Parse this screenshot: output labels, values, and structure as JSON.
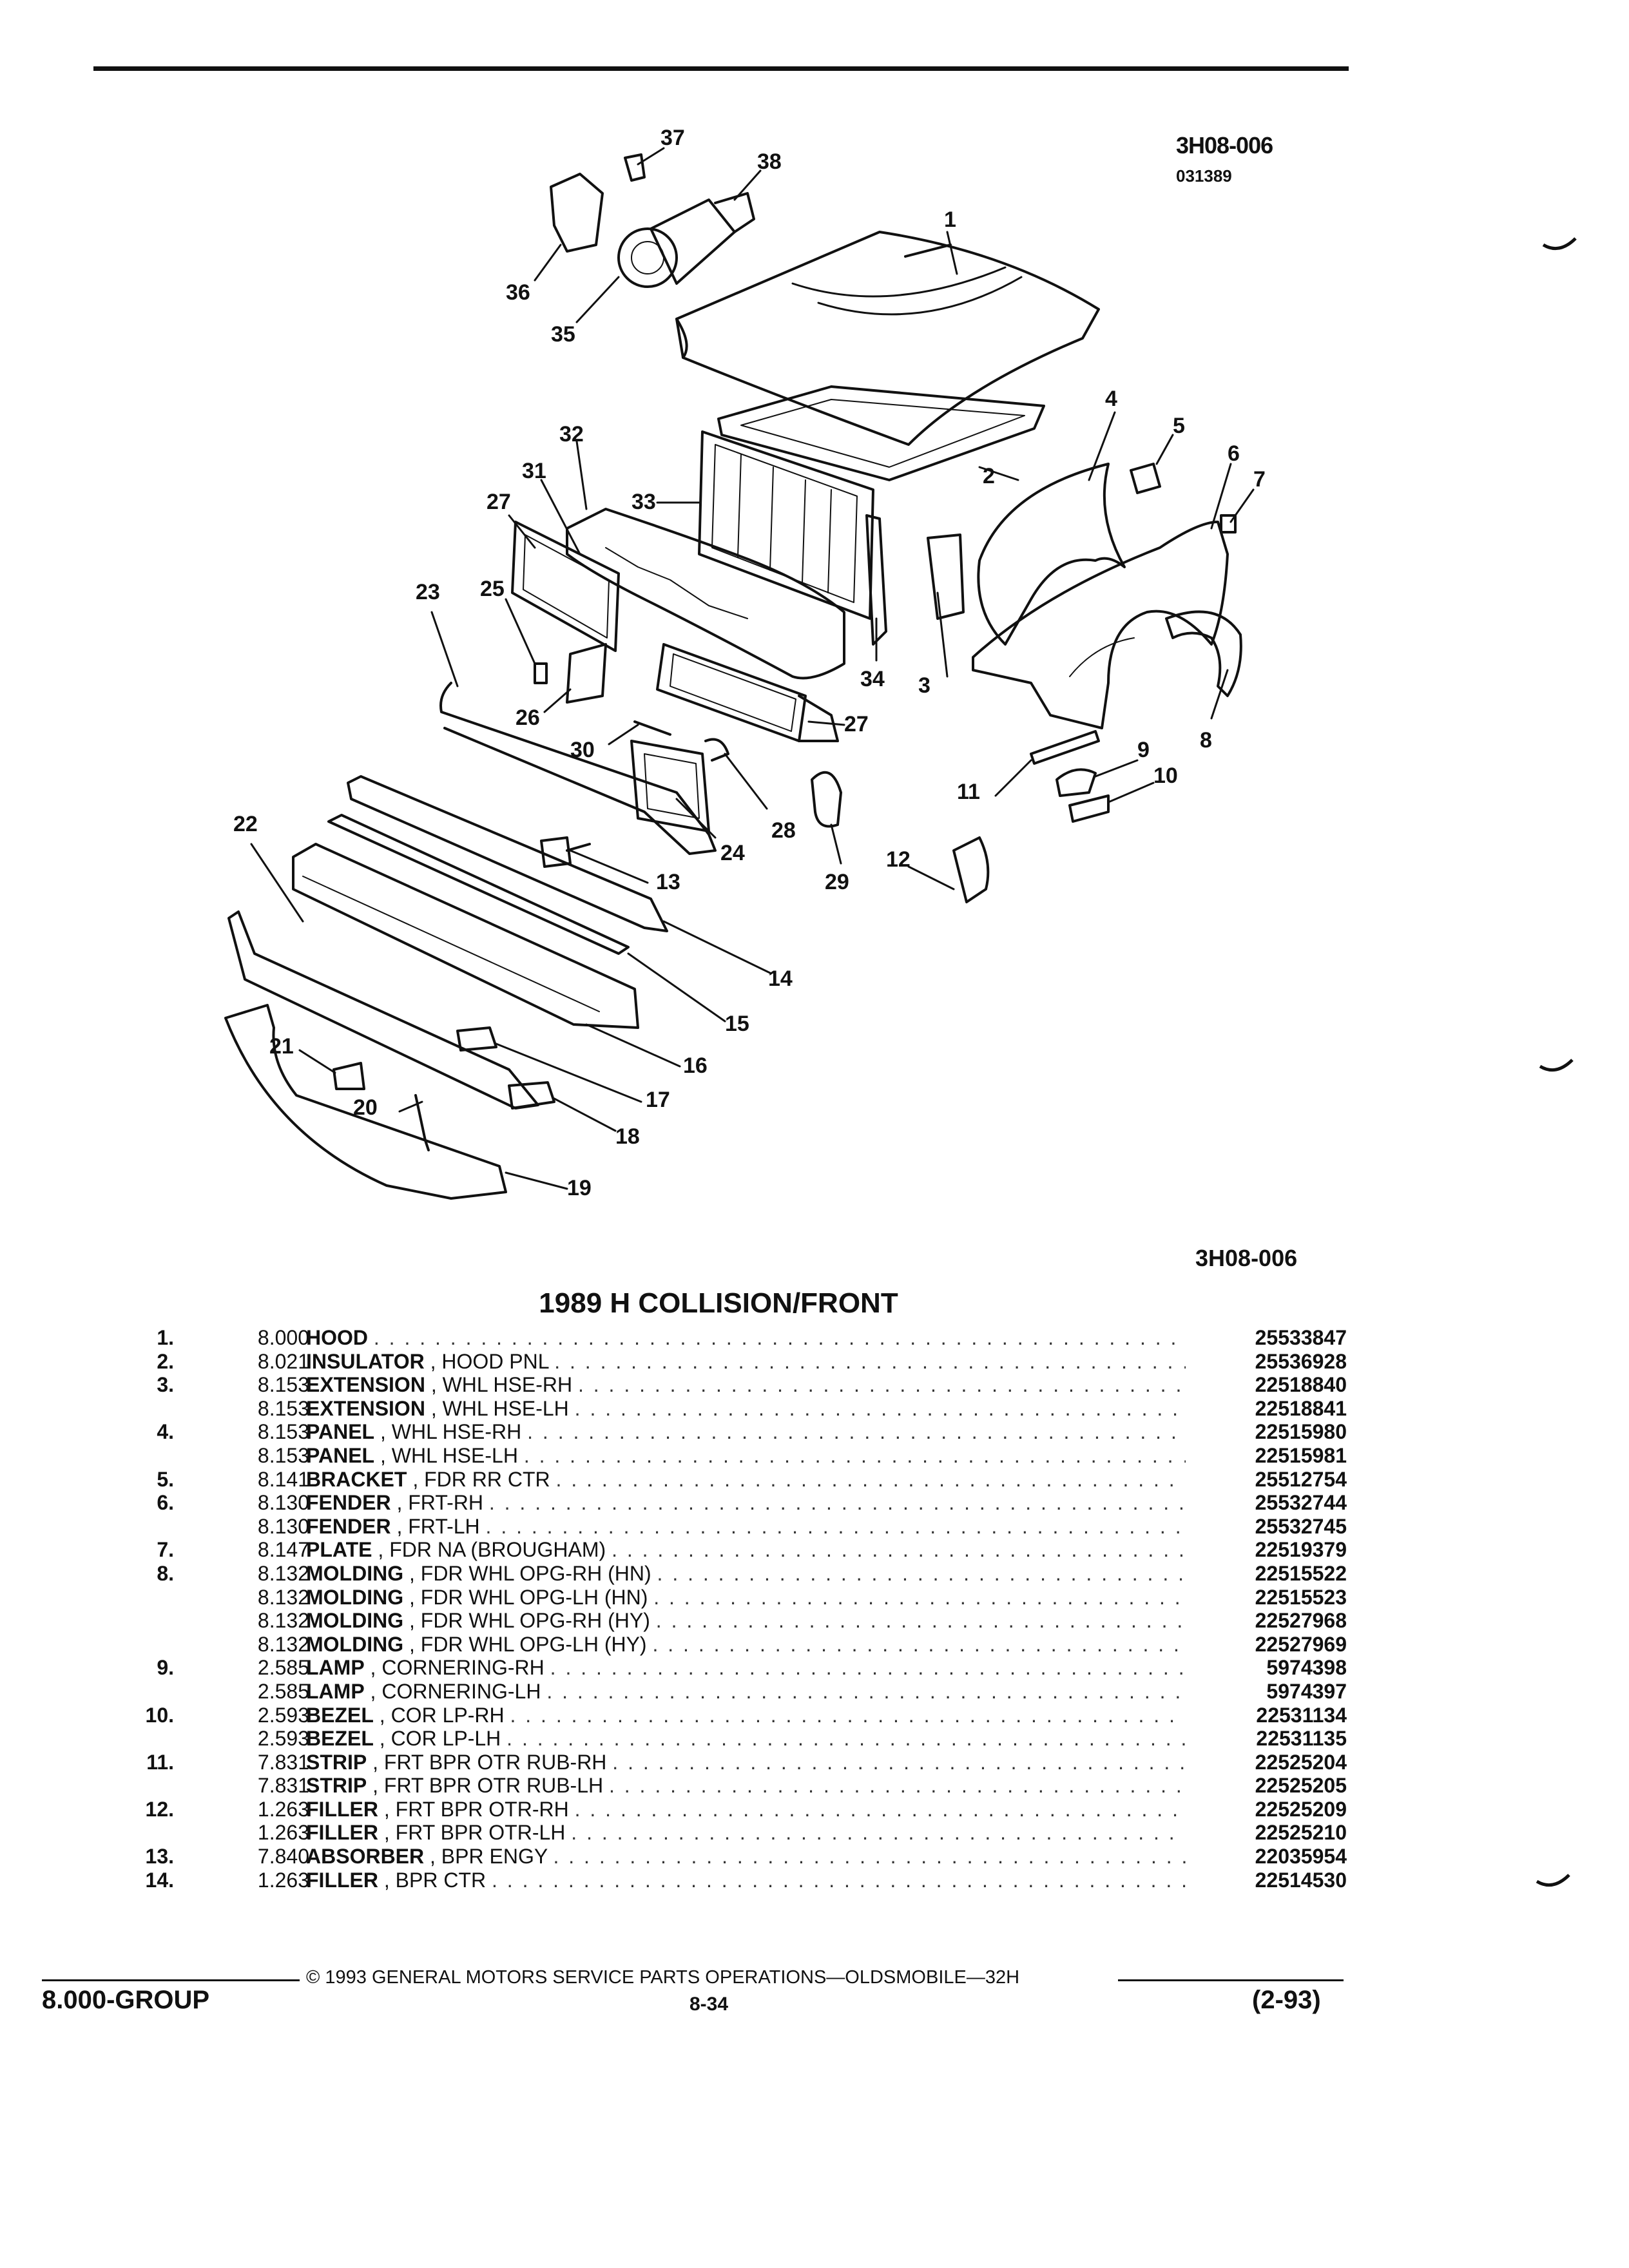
{
  "header": {
    "ref_code": "3H08-006",
    "ref_date": "031389"
  },
  "diagram": {
    "ref_code_bottom": "3H08-006",
    "callouts": [
      "1",
      "2",
      "3",
      "4",
      "5",
      "6",
      "7",
      "8",
      "9",
      "10",
      "11",
      "12",
      "13",
      "14",
      "15",
      "16",
      "17",
      "18",
      "19",
      "20",
      "21",
      "22",
      "23",
      "24",
      "25",
      "26",
      "27",
      "27",
      "28",
      "29",
      "30",
      "31",
      "32",
      "33",
      "34",
      "35",
      "36",
      "37",
      "38"
    ]
  },
  "title": "1989 H COLLISION/FRONT",
  "parts": [
    {
      "index": "1.",
      "group": "8.000",
      "name": "HOOD",
      "detail": "",
      "part_no": "25533847"
    },
    {
      "index": "2.",
      "group": "8.021",
      "name": "INSULATOR",
      "detail": ", HOOD PNL",
      "part_no": "25536928"
    },
    {
      "index": "3.",
      "group": "8.153",
      "name": "EXTENSION",
      "detail": ", WHL HSE-RH",
      "part_no": "22518840"
    },
    {
      "index": "",
      "group": "8.153",
      "name": "EXTENSION",
      "detail": ", WHL HSE-LH",
      "part_no": "22518841"
    },
    {
      "index": "4.",
      "group": "8.153",
      "name": "PANEL",
      "detail": ", WHL HSE-RH",
      "part_no": "22515980"
    },
    {
      "index": "",
      "group": "8.153",
      "name": "PANEL",
      "detail": ", WHL HSE-LH",
      "part_no": "22515981"
    },
    {
      "index": "5.",
      "group": "8.141",
      "name": "BRACKET",
      "detail": ", FDR RR CTR",
      "part_no": "25512754"
    },
    {
      "index": "6.",
      "group": "8.130",
      "name": "FENDER",
      "detail": ", FRT-RH",
      "part_no": "25532744"
    },
    {
      "index": "",
      "group": "8.130",
      "name": "FENDER",
      "detail": ", FRT-LH",
      "part_no": "25532745"
    },
    {
      "index": "7.",
      "group": "8.147",
      "name": "PLATE",
      "detail": ", FDR NA (BROUGHAM)",
      "part_no": "22519379"
    },
    {
      "index": "8.",
      "group": "8.132",
      "name": "MOLDING",
      "detail": ", FDR WHL OPG-RH (HN)",
      "part_no": "22515522"
    },
    {
      "index": "",
      "group": "8.132",
      "name": "MOLDING",
      "detail": ", FDR WHL OPG-LH (HN)",
      "part_no": "22515523"
    },
    {
      "index": "",
      "group": "8.132",
      "name": "MOLDING",
      "detail": ", FDR WHL OPG-RH (HY)",
      "part_no": "22527968"
    },
    {
      "index": "",
      "group": "8.132",
      "name": "MOLDING",
      "detail": ", FDR WHL OPG-LH (HY)",
      "part_no": "22527969"
    },
    {
      "index": "9.",
      "group": "2.585",
      "name": "LAMP",
      "detail": ", CORNERING-RH",
      "part_no": "5974398"
    },
    {
      "index": "",
      "group": "2.585",
      "name": "LAMP",
      "detail": ", CORNERING-LH",
      "part_no": "5974397"
    },
    {
      "index": "10.",
      "group": "2.593",
      "name": "BEZEL",
      "detail": ", COR LP-RH",
      "part_no": "22531134"
    },
    {
      "index": "",
      "group": "2.593",
      "name": "BEZEL",
      "detail": ", COR LP-LH",
      "part_no": "22531135"
    },
    {
      "index": "11.",
      "group": "7.831",
      "name": "STRIP",
      "detail": ", FRT BPR OTR RUB-RH",
      "part_no": "22525204"
    },
    {
      "index": "",
      "group": "7.831",
      "name": "STRIP",
      "detail": ", FRT BPR OTR RUB-LH",
      "part_no": "22525205"
    },
    {
      "index": "12.",
      "group": "1.263",
      "name": "FILLER",
      "detail": ", FRT BPR OTR-RH",
      "part_no": "22525209"
    },
    {
      "index": "",
      "group": "1.263",
      "name": "FILLER",
      "detail": ", FRT BPR OTR-LH",
      "part_no": "22525210"
    },
    {
      "index": "13.",
      "group": "7.840",
      "name": "ABSORBER",
      "detail": ", BPR ENGY",
      "part_no": "22035954"
    },
    {
      "index": "14.",
      "group": "1.263",
      "name": "FILLER",
      "detail": ", BPR CTR",
      "part_no": "22514530"
    }
  ],
  "footer": {
    "copyright": "© 1993 GENERAL MOTORS SERVICE PARTS OPERATIONS—OLDSMOBILE—32H",
    "group": "8.000-GROUP",
    "page": "8-34",
    "revision": "(2-93)"
  }
}
